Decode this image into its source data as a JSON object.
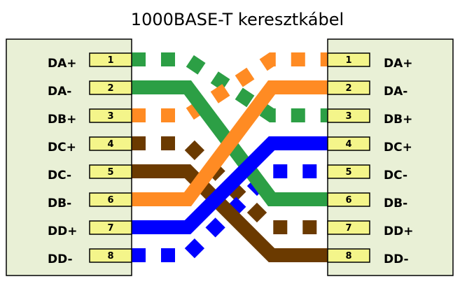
{
  "title": "1000BASE-T keresztkábel",
  "colors": {
    "green": "#2c9f45",
    "orange": "#ff8b23",
    "blue": "#0000ff",
    "brown": "#6b3a00",
    "connector_fill": "#e9f0d6",
    "pin_fill": "#f4f58a"
  },
  "left_connector": {
    "pins": [
      {
        "num": "1",
        "signal": "DA+"
      },
      {
        "num": "2",
        "signal": "DA-"
      },
      {
        "num": "3",
        "signal": "DB+"
      },
      {
        "num": "4",
        "signal": "DC+"
      },
      {
        "num": "5",
        "signal": "DC-"
      },
      {
        "num": "6",
        "signal": "DB-"
      },
      {
        "num": "7",
        "signal": "DD+"
      },
      {
        "num": "8",
        "signal": "DD-"
      }
    ]
  },
  "right_connector": {
    "pins": [
      {
        "num": "1",
        "signal": "DA+"
      },
      {
        "num": "2",
        "signal": "DA-"
      },
      {
        "num": "3",
        "signal": "DB+"
      },
      {
        "num": "4",
        "signal": "DC+"
      },
      {
        "num": "5",
        "signal": "DC-"
      },
      {
        "num": "6",
        "signal": "DB-"
      },
      {
        "num": "7",
        "signal": "DD+"
      },
      {
        "num": "8",
        "signal": "DD-"
      }
    ]
  },
  "wires": [
    {
      "name": "wire-green-stripe",
      "color": "green",
      "dashed": true,
      "from": 1,
      "to": 3
    },
    {
      "name": "wire-green-solid",
      "color": "green",
      "dashed": false,
      "from": 2,
      "to": 6
    },
    {
      "name": "wire-orange-stripe",
      "color": "orange",
      "dashed": true,
      "from": 3,
      "to": 1
    },
    {
      "name": "wire-brown-stripe",
      "color": "brown",
      "dashed": true,
      "from": 4,
      "to": 7
    },
    {
      "name": "wire-brown-solid",
      "color": "brown",
      "dashed": false,
      "from": 5,
      "to": 8
    },
    {
      "name": "wire-orange-solid",
      "color": "orange",
      "dashed": false,
      "from": 6,
      "to": 2
    },
    {
      "name": "wire-blue-solid",
      "color": "blue",
      "dashed": false,
      "from": 7,
      "to": 4
    },
    {
      "name": "wire-blue-stripe",
      "color": "blue",
      "dashed": true,
      "from": 8,
      "to": 5
    }
  ]
}
